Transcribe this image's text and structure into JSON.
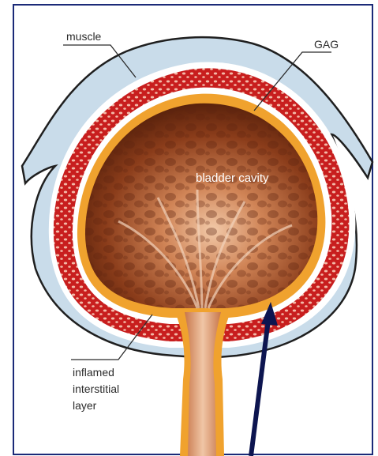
{
  "labels": {
    "muscle": "muscle",
    "gag": "GAG",
    "cavity": "bladder cavity",
    "inflamed_line1": "inflamed",
    "inflamed_line2": "interstitial",
    "inflamed_line3": "layer"
  },
  "colors": {
    "frame": "#1b2a78",
    "outer_membrane": "#c9dcea",
    "muscle_red": "#c81e1e",
    "gag_orange": "#f0a22e",
    "cavity_dark": "#6a2c12",
    "arrow": "#0d1550"
  }
}
